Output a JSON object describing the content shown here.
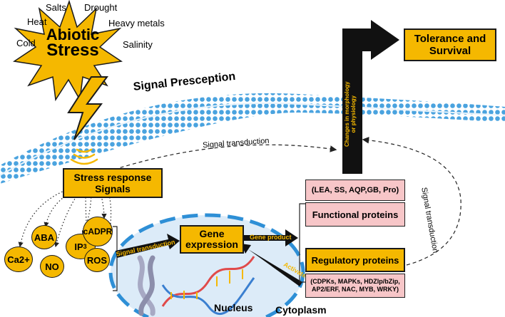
{
  "stressors": {
    "cold": "Cold",
    "heat": "Heat",
    "salts": "Salts",
    "drought": "Drought",
    "heavy_metals": "Heavy metals",
    "salinity": "Salinity"
  },
  "abiotic": {
    "line1": "Abiotic",
    "line2": "Stress"
  },
  "signal_perception": "Signal Presception",
  "signal_transduction_top": "Signal transduction",
  "signal_transduction_right": "Signal transduction",
  "signal_transduction_nucleus": "Signal transduction",
  "stress_box": {
    "line1": "Stress response",
    "line2": "Signals"
  },
  "molecules": {
    "aba": "ABA",
    "ca": "Ca2+",
    "no": "NO",
    "ip3": "IP",
    "ip3_sub": "3",
    "cadpr": "cADPR",
    "ros": "ROS"
  },
  "gene_expression": {
    "line1": "Gene",
    "line2": "expression"
  },
  "gene_product": "Gene product",
  "activate": "Activate",
  "nucleus": "Nucleus",
  "cytoplasm": "Cytoplasm",
  "lea": "(LEA, SS, AQP,GB, Pro)",
  "functional": "Functional proteins",
  "regulatory": "Regulatory proteins",
  "tf_list": {
    "line1": "(CDPKs, MAPKs, HDZlp/bZip,",
    "line2": "AP2/ERF, NAC, MYB, WRKY)"
  },
  "changes": {
    "line1": "Changes in morphology",
    "line2": "or physiology"
  },
  "tolerance": {
    "line1": "Tolerance and",
    "line2": "Survival"
  },
  "colors": {
    "accent": "#f5b800",
    "membrane": "#4aa3df",
    "nucleus": "#2e8fd6",
    "pink": "#f7c6c8"
  }
}
